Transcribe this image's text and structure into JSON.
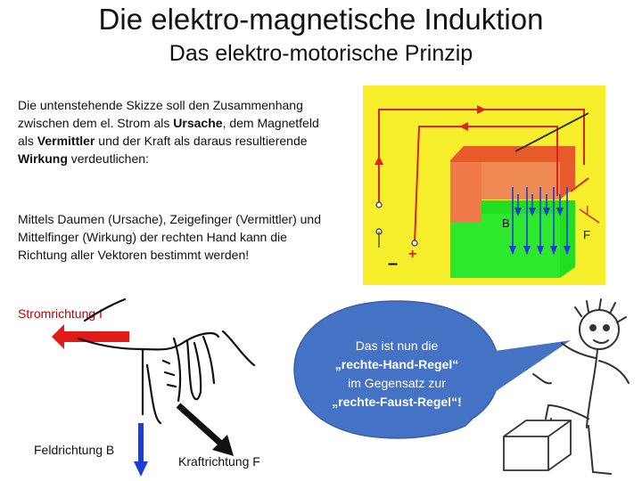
{
  "title": "Die elektro-magnetische Induktion",
  "subtitle": "Das elektro-motorische Prinzip",
  "intro": {
    "text_1": "Die untenstehende Skizze soll den Zusammenhang zwischen dem el. Strom als ",
    "ursache": "Ursache",
    "text_2": ", dem Magnetfeld als ",
    "vermittler": "Vermittler",
    "text_3": " und der Kraft als daraus resultierende ",
    "wirkung": "Wirkung",
    "text_4": " verdeutlichen:"
  },
  "hand_rule_text": "Mittels Daumen (Ursache), Zeigefinger (Vermittler) und Mittelfinger (Wirkung) der rechten Hand kann die Richtung aller Vektoren bestimmt werden!",
  "diagram": {
    "label_B": "B",
    "label_I": "I",
    "label_F": "F",
    "minus": "–",
    "plus": "+",
    "colors": {
      "background": "#f7ef2c",
      "magnet_top": "#f07a4a",
      "magnet_bottom": "#22dd22",
      "wire": "#dd2222",
      "field_lines": "#1a3fd9"
    }
  },
  "hand_labels": {
    "stromrichtung": "Stromrichtung I",
    "feldrichtung": "Feldrichtung B",
    "kraftrichtung": "Kraftrichtung F"
  },
  "bubble": {
    "line_1": "Das ist nun die",
    "line_2": "„rechte-Hand-Regel“",
    "line_3": "im Gegensatz zur",
    "line_4": "„rechte-Faust-Regel“!",
    "color": "#4472c4"
  }
}
